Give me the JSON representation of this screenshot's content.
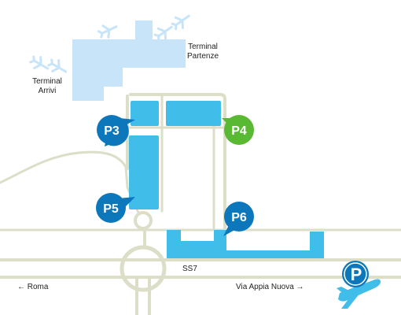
{
  "colors": {
    "terminal": "#c8e4f8",
    "parking": "#41bdea",
    "road": "#dcdec8",
    "pin_blue": "#0d77bc",
    "pin_green": "#5ab932",
    "icon_plane": "#41bdea",
    "icon_badge": "#0d77bc",
    "text": "#222222"
  },
  "terminals": {
    "departures": [
      "Terminal",
      "Partenze"
    ],
    "arrivals": [
      "Terminal",
      "Arrivi"
    ]
  },
  "parkings": [
    {
      "id": "p3",
      "label": "P3",
      "color": "pin_blue"
    },
    {
      "id": "p4",
      "label": "P4",
      "color": "pin_green"
    },
    {
      "id": "p5",
      "label": "P5",
      "color": "pin_blue"
    },
    {
      "id": "p6",
      "label": "P6",
      "color": "pin_blue"
    }
  ],
  "roads": {
    "highway": "SS7",
    "west": "← Roma",
    "east": "Via Appia Nuova →"
  },
  "icons": [
    "airplane-icon",
    "parking-plane-icon"
  ]
}
